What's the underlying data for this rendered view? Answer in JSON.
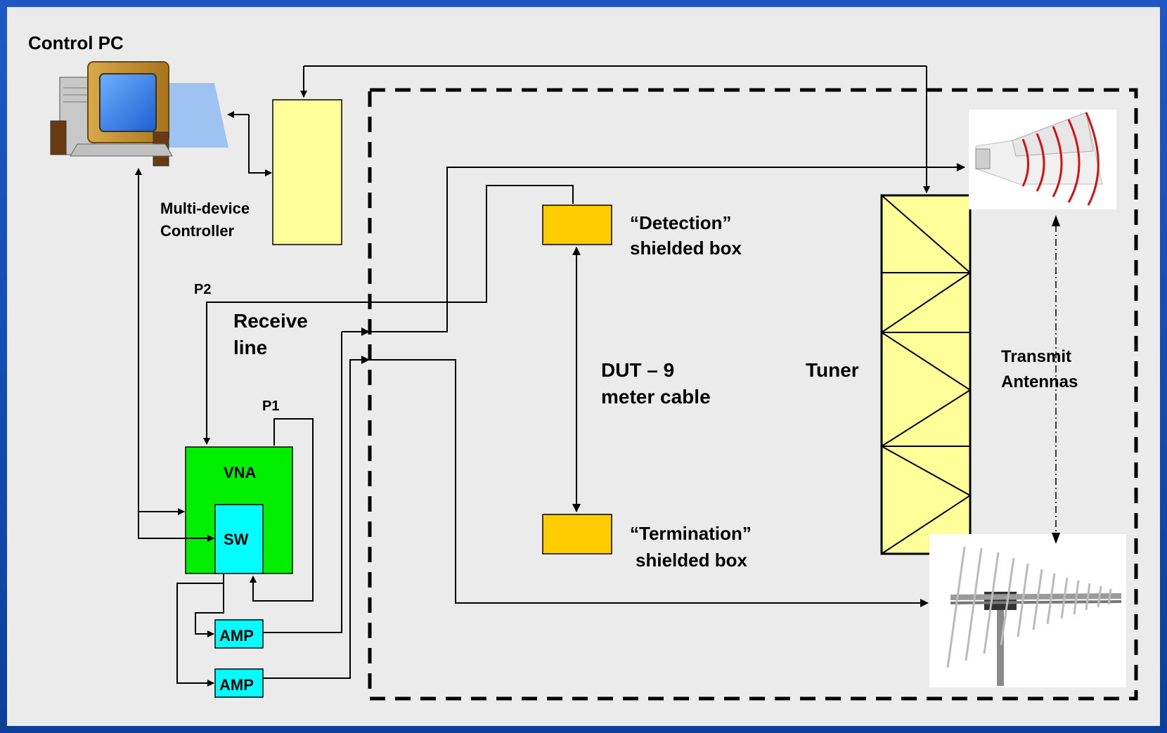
{
  "labels": {
    "control_pc": "Control PC",
    "controller_line1": "Multi-device",
    "controller_line2": "Controller",
    "p2": "P2",
    "p1": "P1",
    "receive_line1": "Receive",
    "receive_line2": "line",
    "detection_line1": "“Detection”",
    "detection_line2": "shielded box",
    "termination_line1": "“Termination”",
    "termination_line2": "shielded box",
    "dut_line1": "DUT – 9",
    "dut_line2": "meter cable",
    "tuner": "Tuner",
    "transmit_line1": "Transmit",
    "transmit_line2": "Antennas"
  },
  "boxes": {
    "vna": "VNA",
    "sw": "SW",
    "amp1": "AMP",
    "amp2": "AMP"
  },
  "colors": {
    "controller": "#ffff99",
    "vna": "#00ee00",
    "sw": "#00ffff",
    "amp": "#00ffff",
    "shielded_box": "#ffcc00",
    "tuner": "#ffff99"
  },
  "icons": {
    "pc": "desktop-computer-icon",
    "horn_antenna": "horn-antenna-icon",
    "log_periodic_antenna": "log-periodic-antenna-icon"
  }
}
